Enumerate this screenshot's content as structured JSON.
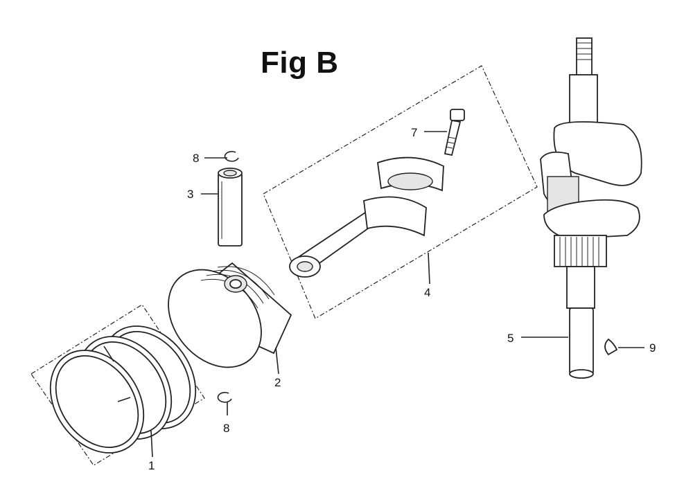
{
  "figure": {
    "title": "Fig B"
  },
  "callouts": {
    "c1": "1",
    "c2": "2",
    "c3": "3",
    "c4": "4",
    "c5": "5",
    "c7": "7",
    "c8_top": "8",
    "c8_bottom": "8",
    "c9": "9"
  }
}
